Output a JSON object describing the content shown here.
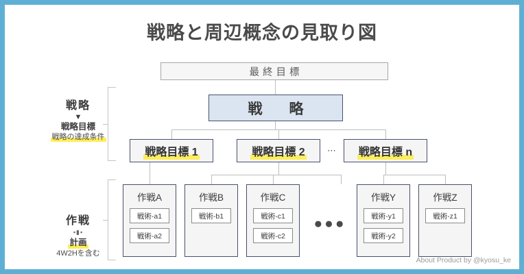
{
  "slide": {
    "title": "戦略と周辺概念の見取り図",
    "footer": "About Product by @kyosu_ke",
    "border_color": "#5fafd4",
    "accent_highlight": "#fdee5a",
    "strategy_fill": "#dbe5f1"
  },
  "hierarchy": {
    "final_goal": "最終目標",
    "strategy": "戦　略",
    "goals": [
      {
        "label": "戦略目標 1"
      },
      {
        "label": "戦略目標 2"
      },
      {
        "label": "戦略目標 n"
      }
    ],
    "goal_ellipsis": "⋯",
    "operations_ellipsis": "●●●",
    "operations": [
      {
        "title": "作戦A",
        "tactics": [
          "戦術-a1",
          "戦術-a2"
        ]
      },
      {
        "title": "作戦B",
        "tactics": [
          "戦術-b1"
        ]
      },
      {
        "title": "作戦C",
        "tactics": [
          "戦術-c1",
          "戦術-c2"
        ]
      },
      {
        "title": "作戦Y",
        "tactics": [
          "戦術-y1",
          "戦術-y2"
        ]
      },
      {
        "title": "作戦Z",
        "tactics": [
          "戦術-z1"
        ]
      }
    ]
  },
  "side_labels": {
    "strategy": {
      "heading": "戦略",
      "arrow": "▼",
      "subheading": "戦略目標",
      "note": "戦略の達成条件"
    },
    "operation": {
      "heading": "作戦",
      "arrow": "▪▮▪",
      "subheading": "計画",
      "note": "4W2Hを含む"
    }
  }
}
